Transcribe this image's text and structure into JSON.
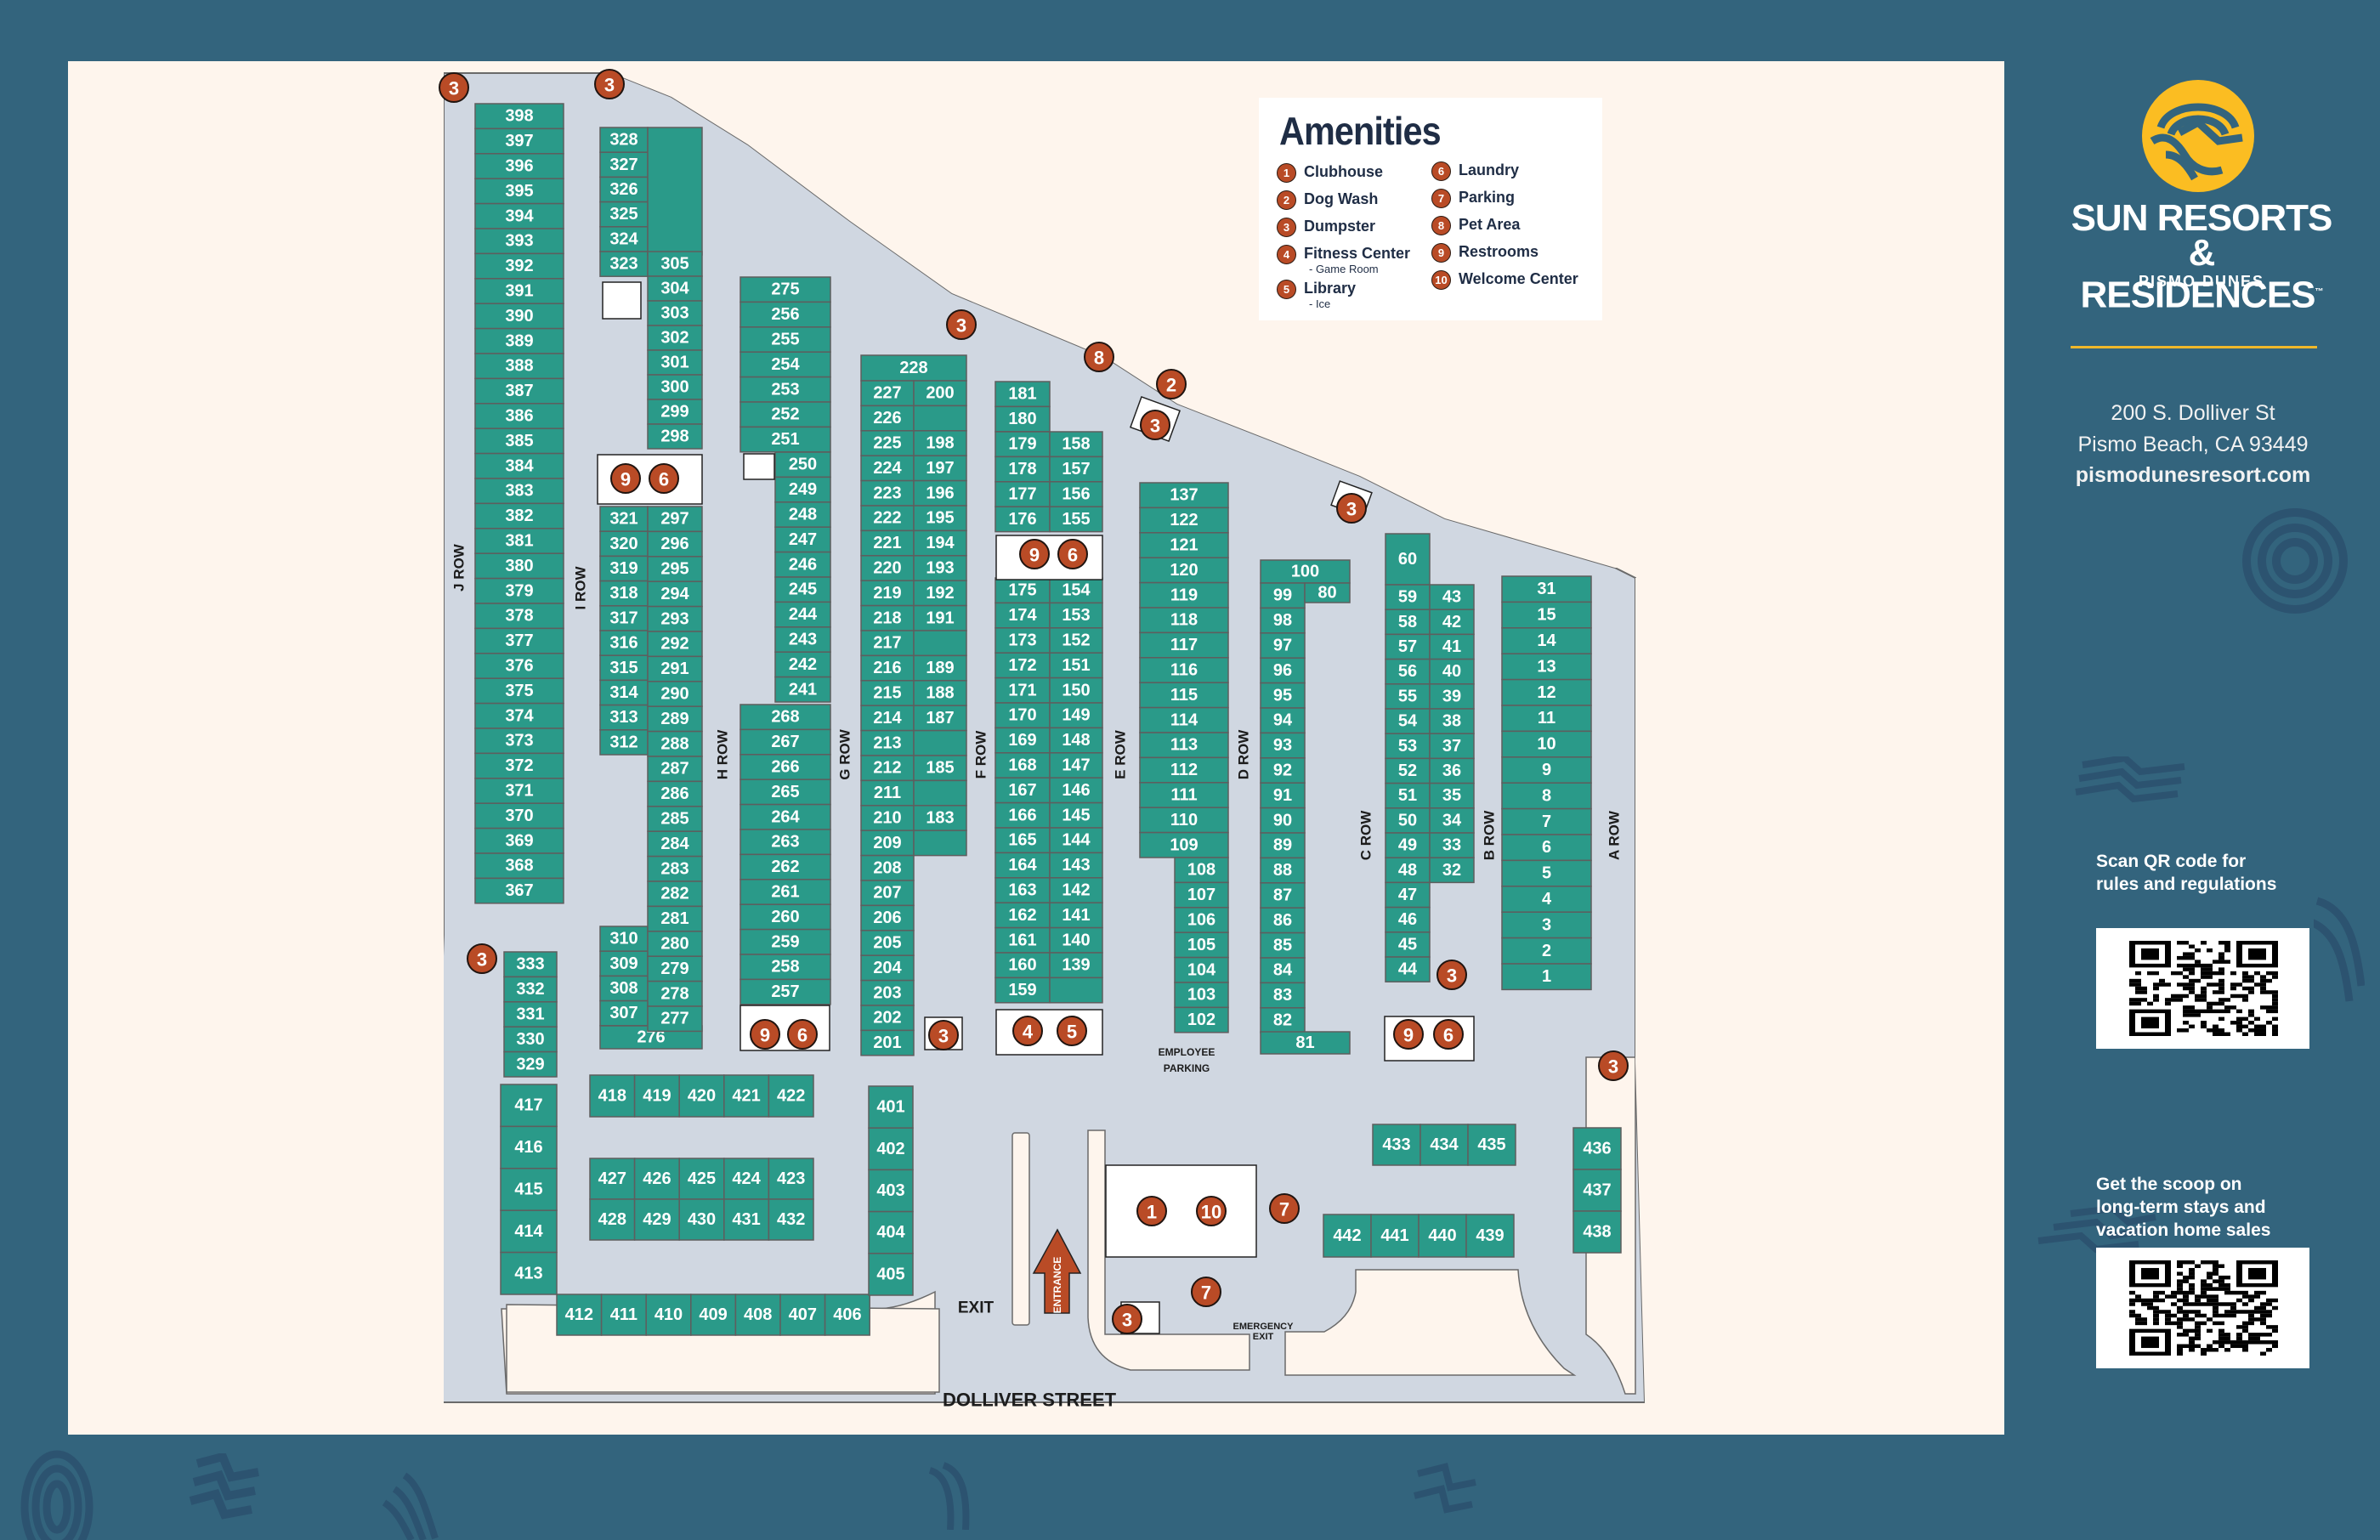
{
  "brand": {
    "name_line1": "SUN RESORTS",
    "name_line2": "& RESIDENCES",
    "trademark": "™",
    "property": "PISMO DUNES",
    "logo_icon": "sun-wave-logo-icon"
  },
  "contact": {
    "address_line1": "200 S. Dolliver St",
    "address_line2": "Pismo Beach, CA  93449",
    "website": "pismodunesresort.com"
  },
  "qr_sections": [
    {
      "caption_lines": [
        "Scan QR code for",
        "rules and regulations"
      ],
      "icon": "qr-code-icon"
    },
    {
      "caption_lines": [
        "Get the scoop on",
        "long-term stays and",
        "vacation home sales"
      ],
      "icon": "qr-code-icon"
    }
  ],
  "colors": {
    "background": "#33647d",
    "map_panel": "#fef5ed",
    "road": "#d0d7e1",
    "lot": "#2a9a89",
    "lot_border": "#5e5e5e",
    "marker": "#b94b26",
    "accent_gold": "#f0b82a",
    "legend_text": "#1f2d45"
  },
  "legend": {
    "title": "Amenities",
    "items": [
      {
        "num": "1",
        "label": "Clubhouse"
      },
      {
        "num": "2",
        "label": "Dog Wash"
      },
      {
        "num": "3",
        "label": "Dumpster"
      },
      {
        "num": "4",
        "label": "Fitness Center",
        "sub": "- Game Room"
      },
      {
        "num": "5",
        "label": "Library",
        "sub": "- Ice"
      },
      {
        "num": "6",
        "label": "Laundry"
      },
      {
        "num": "7",
        "label": "Parking"
      },
      {
        "num": "8",
        "label": "Pet Area"
      },
      {
        "num": "9",
        "label": "Restrooms"
      },
      {
        "num": "10",
        "label": "Welcome Center"
      }
    ]
  },
  "map": {
    "street_label": "DOLLIVER STREET",
    "labels": {
      "exit": "EXIT",
      "entrance": "ENTRANCE",
      "emergency_exit_line1": "EMERGENCY",
      "emergency_exit_line2": "EXIT",
      "employee_parking_line1": "EMPLOYEE",
      "employee_parking_line2": "PARKING"
    },
    "row_labels": [
      "J ROW",
      "I ROW",
      "H ROW",
      "G ROW",
      "F ROW",
      "E ROW",
      "D ROW",
      "C ROW",
      "B ROW",
      "A ROW"
    ],
    "rows": {
      "J": [
        "398",
        "397",
        "396",
        "395",
        "394",
        "393",
        "392",
        "391",
        "390",
        "389",
        "388",
        "387",
        "386",
        "385",
        "384",
        "383",
        "382",
        "381",
        "380",
        "379",
        "378",
        "377",
        "376",
        "375",
        "374",
        "373",
        "372",
        "371",
        "370",
        "369",
        "368",
        "367"
      ],
      "I_left_top": [
        "328",
        "327",
        "326",
        "325",
        "324",
        "323"
      ],
      "I_left_mid": [
        "321",
        "320",
        "319",
        "318",
        "317",
        "316",
        "315",
        "314",
        "313",
        "312"
      ],
      "I_left_bottom": [
        "310",
        "309",
        "308",
        "307"
      ],
      "I_bottom": "276",
      "H_top_right": [
        "305",
        "304",
        "303",
        "302",
        "301",
        "300",
        "299",
        "298"
      ],
      "H_right": [
        "297",
        "296",
        "295",
        "294",
        "293",
        "292",
        "291",
        "290",
        "289",
        "288",
        "287",
        "286",
        "285",
        "284",
        "283",
        "282",
        "281",
        "280",
        "279",
        "278",
        "277"
      ],
      "H_G_top": [
        "275",
        "256",
        "255",
        "254",
        "253",
        "252",
        "251"
      ],
      "G_left_right": [
        "250",
        "249",
        "248",
        "247",
        "246",
        "245",
        "244",
        "243",
        "242",
        "241"
      ],
      "G_left_bottom": [
        "268",
        "267",
        "266",
        "265",
        "264",
        "263",
        "262",
        "261",
        "260",
        "259",
        "258",
        "257"
      ],
      "G_right_top": "228",
      "G_right_left": [
        "227",
        "226",
        "225",
        "224",
        "223",
        "222",
        "221",
        "220",
        "219",
        "218",
        "217",
        "216",
        "215",
        "214",
        "213",
        "212",
        "211",
        "210",
        "209",
        "208",
        "207",
        "206",
        "205",
        "204",
        "203",
        "202",
        "201"
      ],
      "F_left": [
        "200",
        "",
        "198",
        "197",
        "196",
        "195",
        "194",
        "193",
        "192",
        "191",
        "",
        "189",
        "188",
        "187",
        "",
        "185",
        "",
        "183",
        ""
      ],
      "F_top": [
        "181",
        "180"
      ],
      "F_col1_top": [
        "179",
        "178",
        "177",
        "176"
      ],
      "F_col2_top": [
        "158",
        "157",
        "156",
        "155"
      ],
      "F_col1_bottom": [
        "175",
        "174",
        "173",
        "172",
        "171",
        "170",
        "169",
        "168",
        "167",
        "166",
        "165",
        "164",
        "163",
        "162",
        "161",
        "160",
        "159"
      ],
      "F_col2_bottom": [
        "154",
        "153",
        "152",
        "151",
        "150",
        "149",
        "148",
        "147",
        "146",
        "145",
        "144",
        "143",
        "142",
        "141",
        "140",
        "139",
        ""
      ],
      "E": [
        "137",
        "122",
        "121",
        "120",
        "119",
        "118",
        "117",
        "116",
        "115",
        "114",
        "113",
        "112",
        "111",
        "110",
        "109"
      ],
      "E_bottom": [
        "108",
        "107",
        "106",
        "105",
        "104",
        "103",
        "102"
      ],
      "D_top": "100",
      "D_left": [
        "99",
        "98",
        "97",
        "96",
        "95",
        "94",
        "93",
        "92",
        "91",
        "90",
        "89",
        "88",
        "87",
        "86",
        "85",
        "84",
        "83",
        "82"
      ],
      "D_right_top": "80",
      "D_bottom": "81",
      "C_top": "60",
      "C_left": [
        "59",
        "58",
        "57",
        "56",
        "55",
        "54",
        "53",
        "52",
        "51",
        "50",
        "49",
        "48",
        "47",
        "46",
        "45",
        "44"
      ],
      "B_left": [
        "43",
        "42",
        "41",
        "40",
        "39",
        "38",
        "37",
        "36",
        "35",
        "34",
        "33",
        "32"
      ],
      "A": [
        "31",
        "15",
        "14",
        "13",
        "12",
        "11",
        "10",
        "9",
        "8",
        "7",
        "6",
        "5",
        "4",
        "3",
        "2",
        "1"
      ],
      "K_left": [
        "333",
        "332",
        "331",
        "330",
        "329"
      ],
      "L_left": [
        "417",
        "416",
        "415",
        "414",
        "413"
      ],
      "L_bottom": [
        "412",
        "411",
        "410",
        "409",
        "408",
        "407",
        "406"
      ],
      "L_right": [
        "401",
        "402",
        "403",
        "404",
        "405"
      ],
      "L_top_row": [
        "418",
        "419",
        "420",
        "421",
        "422"
      ],
      "L_mid_row1": [
        "427",
        "426",
        "425",
        "424",
        "423"
      ],
      "L_mid_row2": [
        "428",
        "429",
        "430",
        "431",
        "432"
      ],
      "M_row1": [
        "433",
        "434",
        "435"
      ],
      "M_row2": [
        "442",
        "441",
        "440",
        "439"
      ],
      "M_right": [
        "436",
        "437",
        "438"
      ]
    },
    "markers": [
      {
        "num": "3",
        "name": "dumpster-marker"
      },
      {
        "num": "3",
        "name": "dumpster-marker"
      },
      {
        "num": "3",
        "name": "dumpster-marker"
      },
      {
        "num": "8",
        "name": "pet-area-marker"
      },
      {
        "num": "2",
        "name": "dog-wash-marker"
      },
      {
        "num": "3",
        "name": "dumpster-marker"
      },
      {
        "num": "3",
        "name": "dumpster-marker"
      },
      {
        "num": "9",
        "name": "restrooms-marker"
      },
      {
        "num": "6",
        "name": "laundry-marker"
      },
      {
        "num": "9",
        "name": "restrooms-marker"
      },
      {
        "num": "6",
        "name": "laundry-marker"
      },
      {
        "num": "9",
        "name": "restrooms-marker"
      },
      {
        "num": "6",
        "name": "laundry-marker"
      },
      {
        "num": "3",
        "name": "dumpster-marker"
      },
      {
        "num": "4",
        "name": "fitness-center-marker"
      },
      {
        "num": "5",
        "name": "library-marker"
      },
      {
        "num": "3",
        "name": "dumpster-marker"
      },
      {
        "num": "9",
        "name": "restrooms-marker"
      },
      {
        "num": "6",
        "name": "laundry-marker"
      },
      {
        "num": "3",
        "name": "dumpster-marker"
      },
      {
        "num": "3",
        "name": "dumpster-marker"
      },
      {
        "num": "1",
        "name": "clubhouse-marker"
      },
      {
        "num": "10",
        "name": "welcome-center-marker"
      },
      {
        "num": "7",
        "name": "parking-marker"
      },
      {
        "num": "7",
        "name": "parking-marker"
      },
      {
        "num": "3",
        "name": "dumpster-marker"
      }
    ]
  }
}
